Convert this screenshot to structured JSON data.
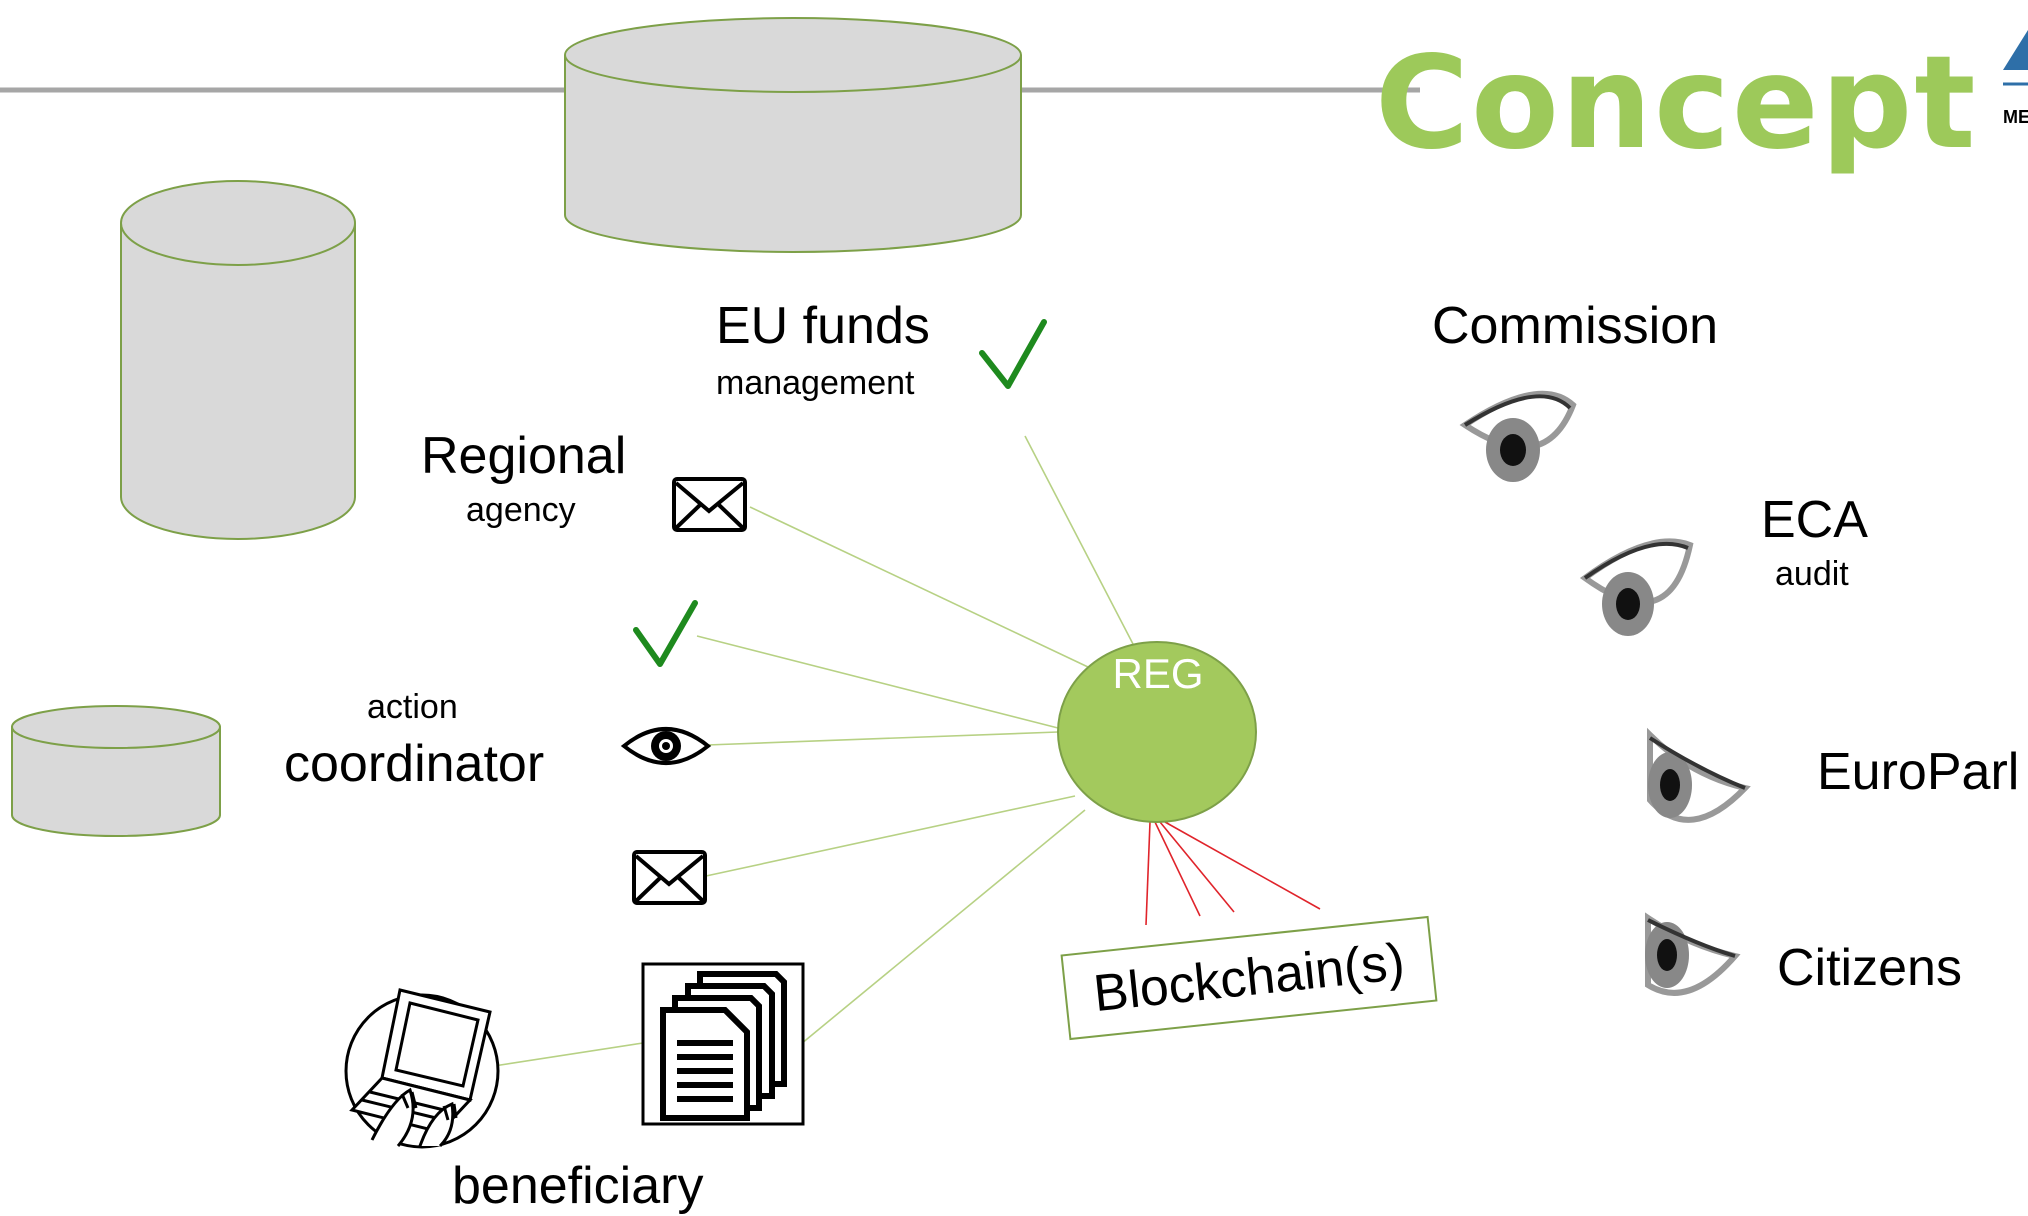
{
  "title": "Concept",
  "logo": {
    "text": "ME"
  },
  "colors": {
    "title_green": "#9dc95a",
    "node_green": "#a3c95d",
    "line_green": "#b7d184",
    "cylinder_fill": "#d9d9d9",
    "cylinder_stroke": "#7da048",
    "blockchain_red": "#e0242b",
    "check_green": "#1e8a1e",
    "logo_blue": "#2e6fa8"
  },
  "hub": {
    "label": "REG"
  },
  "blockchain": {
    "label": "Blockchain(s)"
  },
  "actors": {
    "eu_funds": {
      "title": "EU funds",
      "subtitle": "management",
      "icon": "checkmark-icon"
    },
    "regional": {
      "title": "Regional",
      "subtitle": "agency",
      "icon": "envelope-icon"
    },
    "coordinator": {
      "title": "coordinator",
      "subtitle": "action",
      "icons": [
        "checkmark-icon",
        "eye-icon",
        "envelope-icon"
      ]
    },
    "beneficiary": {
      "title": "beneficiary",
      "icons": [
        "laptop-user-icon",
        "documents-icon"
      ]
    }
  },
  "observers": [
    {
      "label": "Commission",
      "icon": "eye-icon"
    },
    {
      "label": "ECA",
      "sublabel": "audit",
      "icon": "eye-icon"
    },
    {
      "label": "EuroParl",
      "icon": "eye-icon"
    },
    {
      "label": "Citizens",
      "icon": "eye-icon"
    }
  ]
}
